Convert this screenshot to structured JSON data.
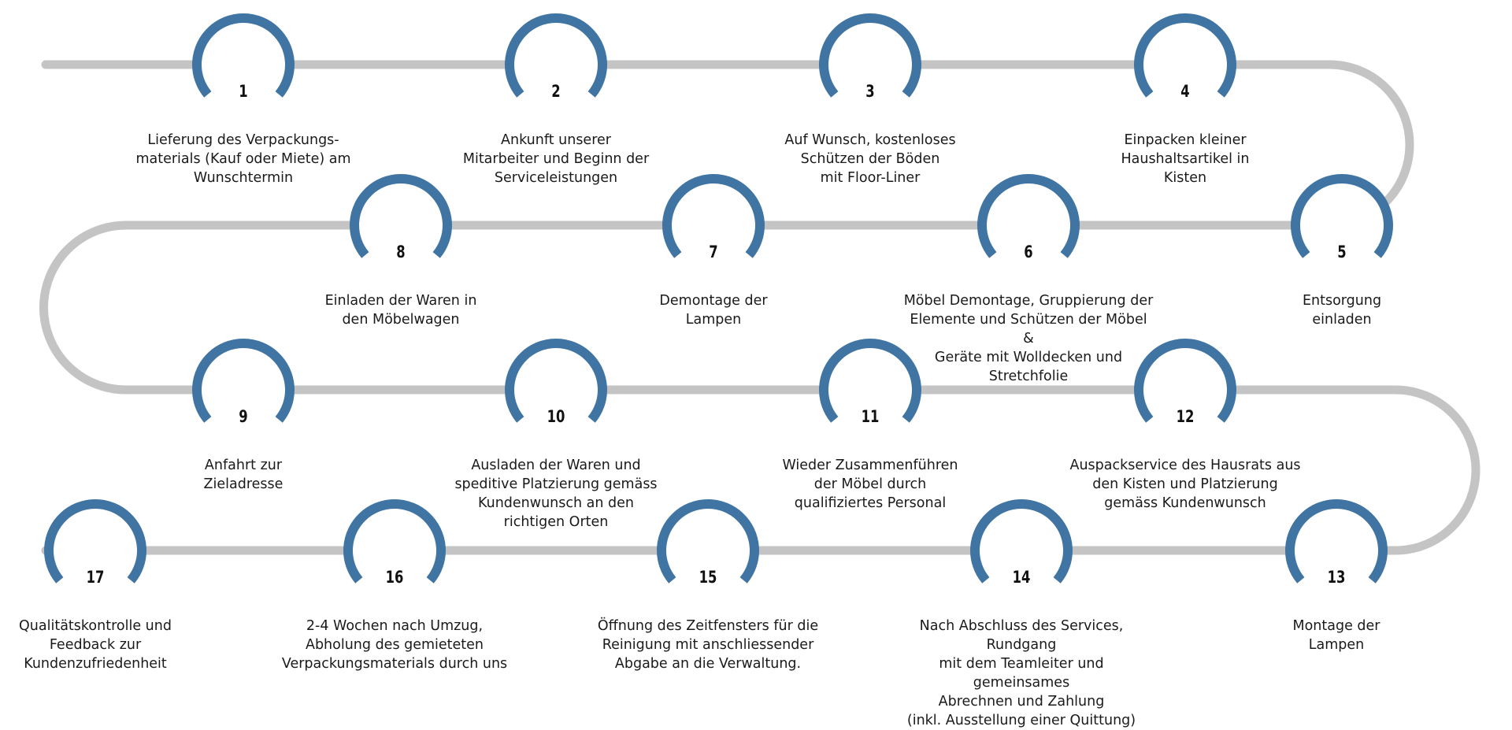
{
  "colors": {
    "track": "#c4c4c4",
    "ring": "#3f74a3",
    "icon": "#111111",
    "text": "#1a1a1a"
  },
  "steps": [
    {
      "number": "1",
      "icon": "package-clock-icon",
      "text": "Lieferung des Verpackungs-\nmaterials (Kauf oder Miete) am\nWunschtermin"
    },
    {
      "number": "2",
      "icon": "walking-worker-icon",
      "text": "Ankunft unserer\nMitarbeiter und Beginn der\nServiceleistungen"
    },
    {
      "number": "3",
      "icon": "shield-icon",
      "text": "Auf Wunsch, kostenloses\nSchützen der Böden\nmit Floor-Liner"
    },
    {
      "number": "4",
      "icon": "box-icon",
      "text": "Einpacken kleiner\nHaushaltsartikel in\nKisten"
    },
    {
      "number": "5",
      "icon": "trash-icon",
      "text": "Entsorgung\neinladen"
    },
    {
      "number": "6",
      "icon": "blankets-icon",
      "text": "Möbel Demontage, Gruppierung der\nElemente und Schützen der Möbel &\nGeräte mit Wolldecken und\nStretchfolie"
    },
    {
      "number": "7",
      "icon": "ceiling-lamp-icon",
      "text": "Demontage der\nLampen"
    },
    {
      "number": "8",
      "icon": "moving-truck-icon",
      "text": "Einladen der Waren in\nden Möbelwagen"
    },
    {
      "number": "9",
      "icon": "map-pin-icon",
      "text": "Anfahrt zur\nZieladresse"
    },
    {
      "number": "10",
      "icon": "stacked-boxes-icon",
      "text": "Ausladen der Waren und\nspeditive Platzierung gemäss\nKundenwunsch an den\nrichtigen Orten"
    },
    {
      "number": "11",
      "icon": "gear-boxes-icon",
      "text": "Wieder Zusammenführen\nder Möbel durch\nqualifiziertes Personal"
    },
    {
      "number": "12",
      "icon": "open-box-icon",
      "text": "Auspackservice des Hausrats aus\nden Kisten und Platzierung\ngemäss Kundenwunsch"
    },
    {
      "number": "13",
      "icon": "double-lamp-icon",
      "text": "Montage der\nLampen"
    },
    {
      "number": "14",
      "icon": "payment-hand-icon",
      "text": "Nach Abschluss des Services, Rundgang\nmit dem Teamleiter und gemeinsames\nAbrechnen und Zahlung\n(inkl. Ausstellung einer Quittung)"
    },
    {
      "number": "15",
      "icon": "cleaning-icon",
      "text": "Öffnung des Zeitfensters für die\nReinigung mit anschliessender\nAbgabe an die Verwaltung."
    },
    {
      "number": "16",
      "icon": "clock-icon",
      "text": "2-4 Wochen nach Umzug,\nAbholung des gemieteten\nVerpackungsmaterials durch uns"
    },
    {
      "number": "17",
      "icon": "team-rating-icon",
      "text": "Qualitätskontrolle und\nFeedback zur\nKundenzufriedenheit"
    }
  ]
}
